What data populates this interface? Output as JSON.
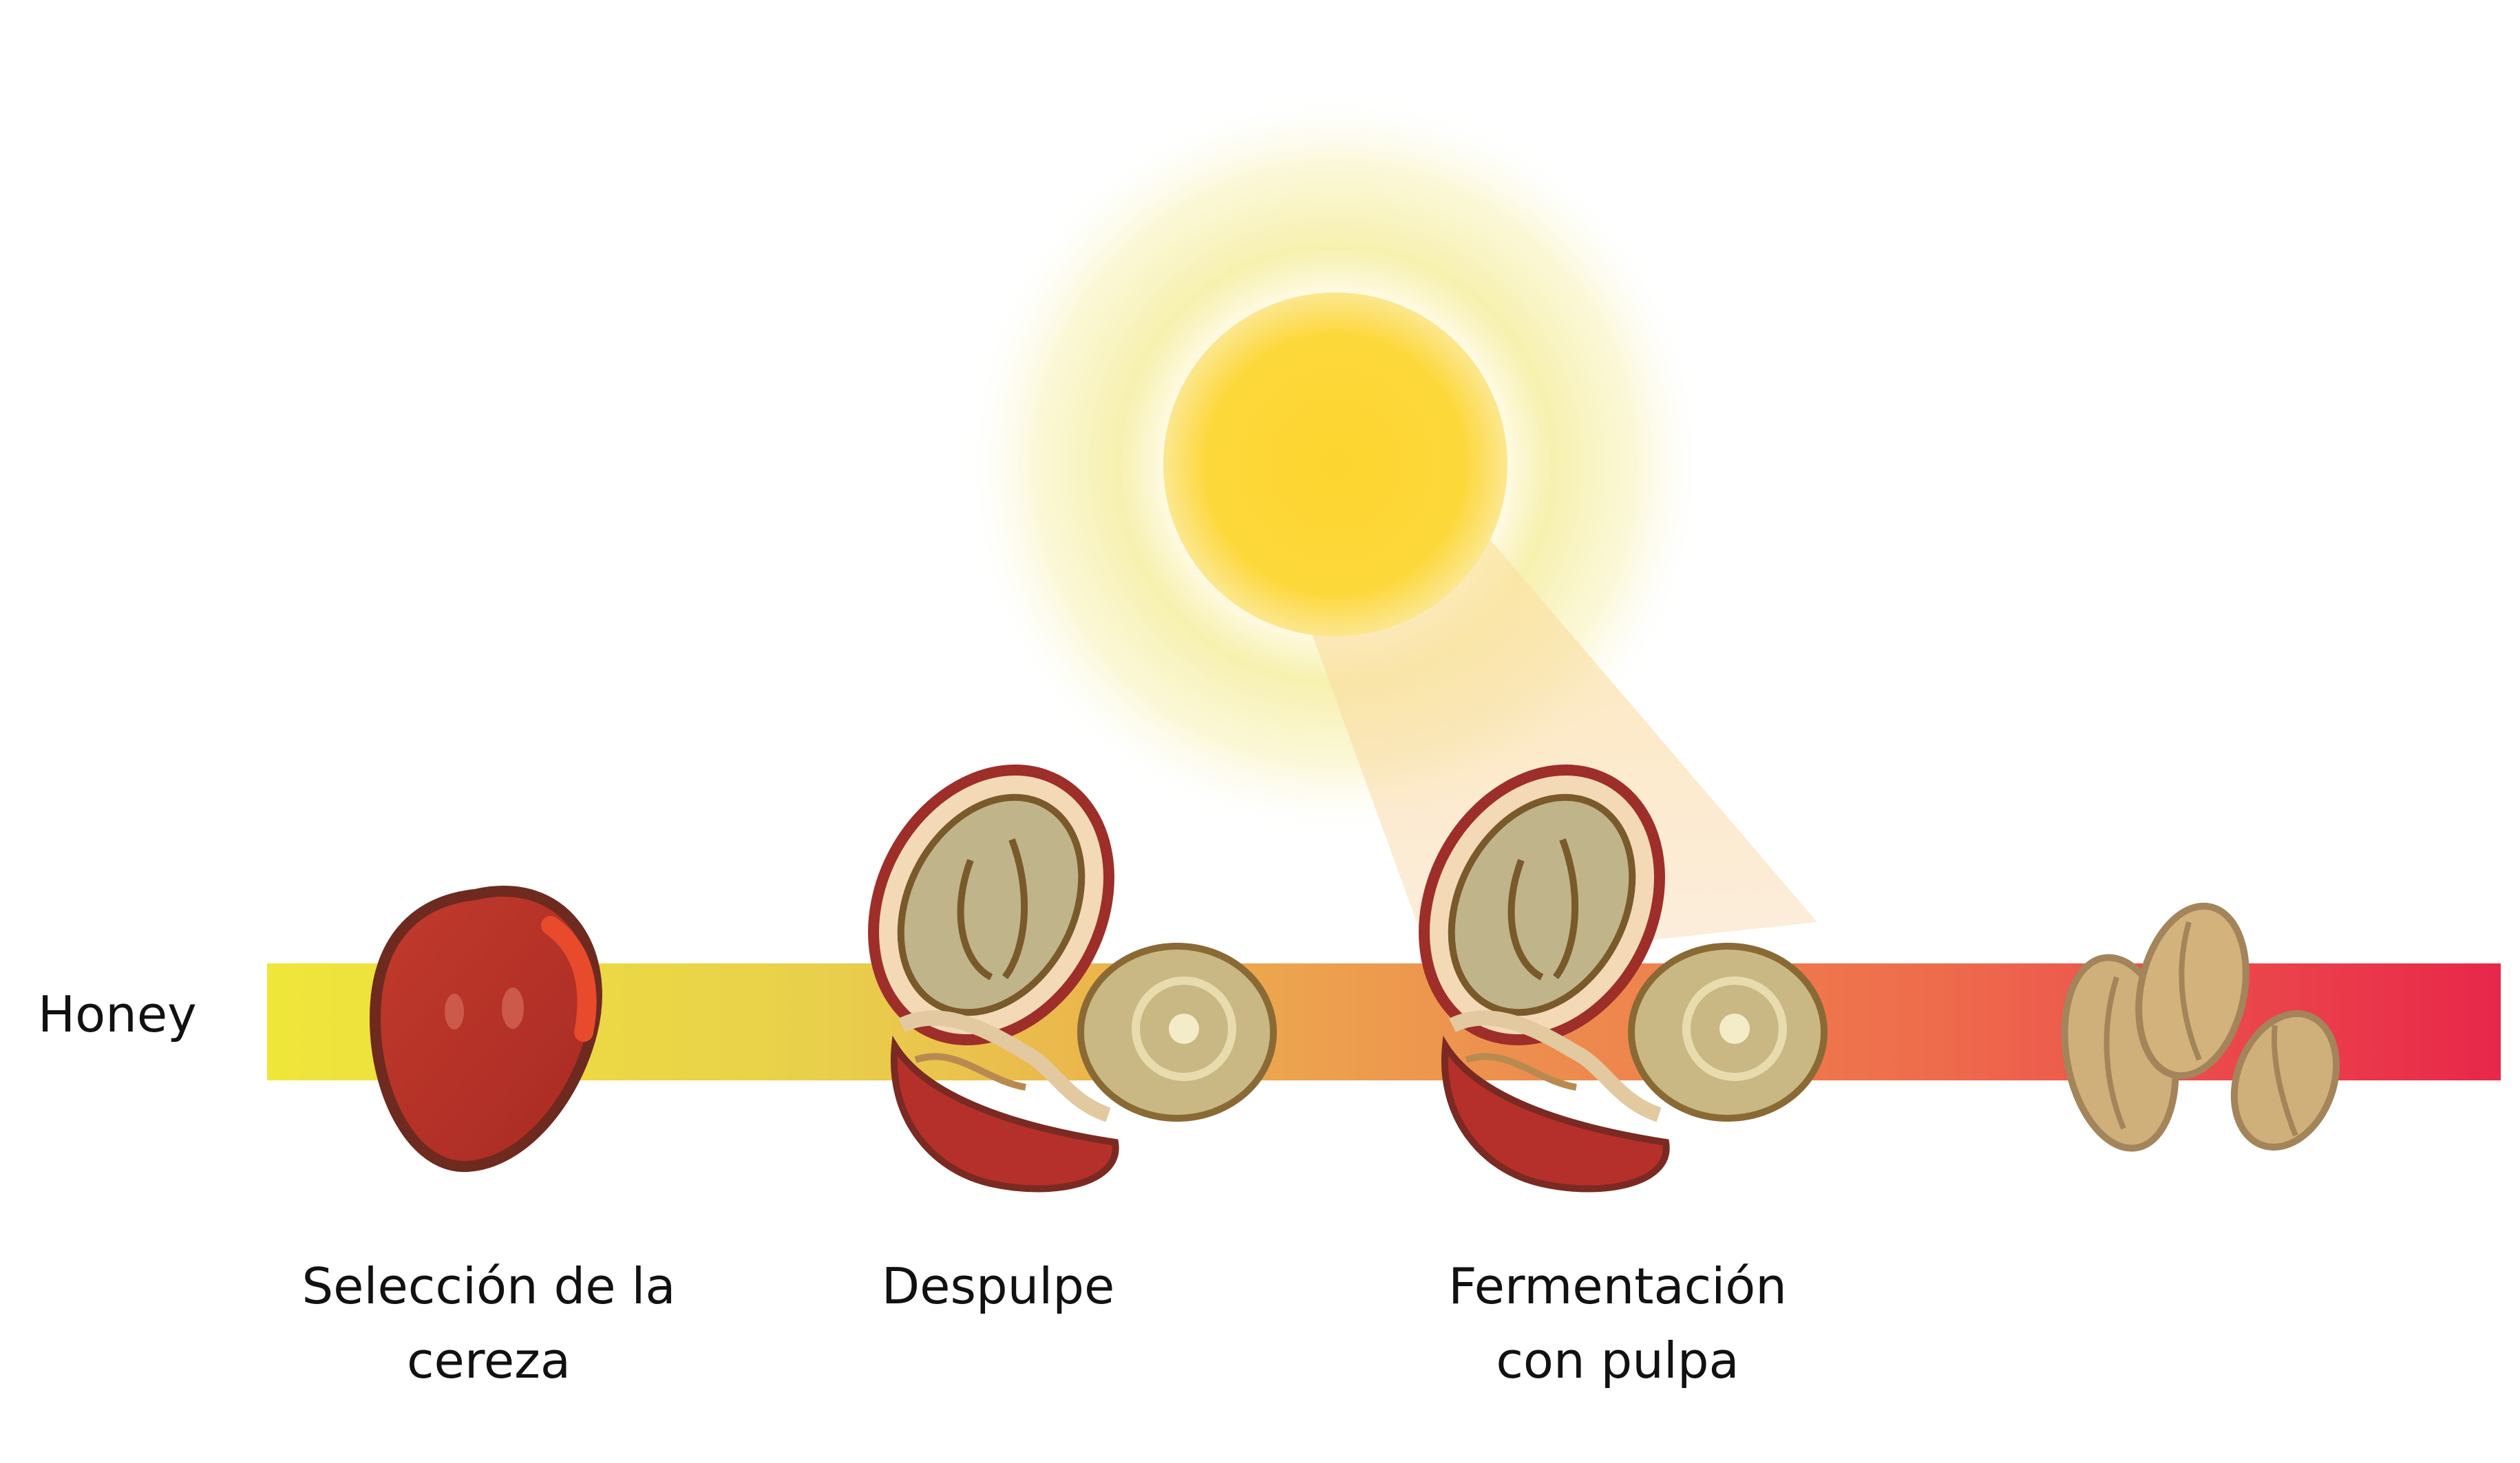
{
  "process": {
    "name": "Honey"
  },
  "steps": [
    {
      "line1": "Selección de la",
      "line2": "cereza"
    },
    {
      "line1": "Despulpe",
      "line2": ""
    },
    {
      "line1": "Fermentación",
      "line2": "con pulpa"
    },
    {
      "line1": "",
      "line2": ""
    }
  ],
  "icons": [
    "coffee-cherry-icon",
    "pulped-cherry-icon",
    "fermenting-cherry-icon",
    "green-beans-icon",
    "sun-icon"
  ],
  "colors": {
    "gradient_start": "#efe63a",
    "gradient_mid1": "#e9cf4b",
    "gradient_mid2": "#ed9a4e",
    "gradient_mid3": "#ee6b4c",
    "gradient_end": "#e8274a",
    "cherry_red": "#b5302a",
    "cherry_outline": "#6e2a1f",
    "sun_core": "#fdd83a",
    "bean": "#c9a66d"
  }
}
